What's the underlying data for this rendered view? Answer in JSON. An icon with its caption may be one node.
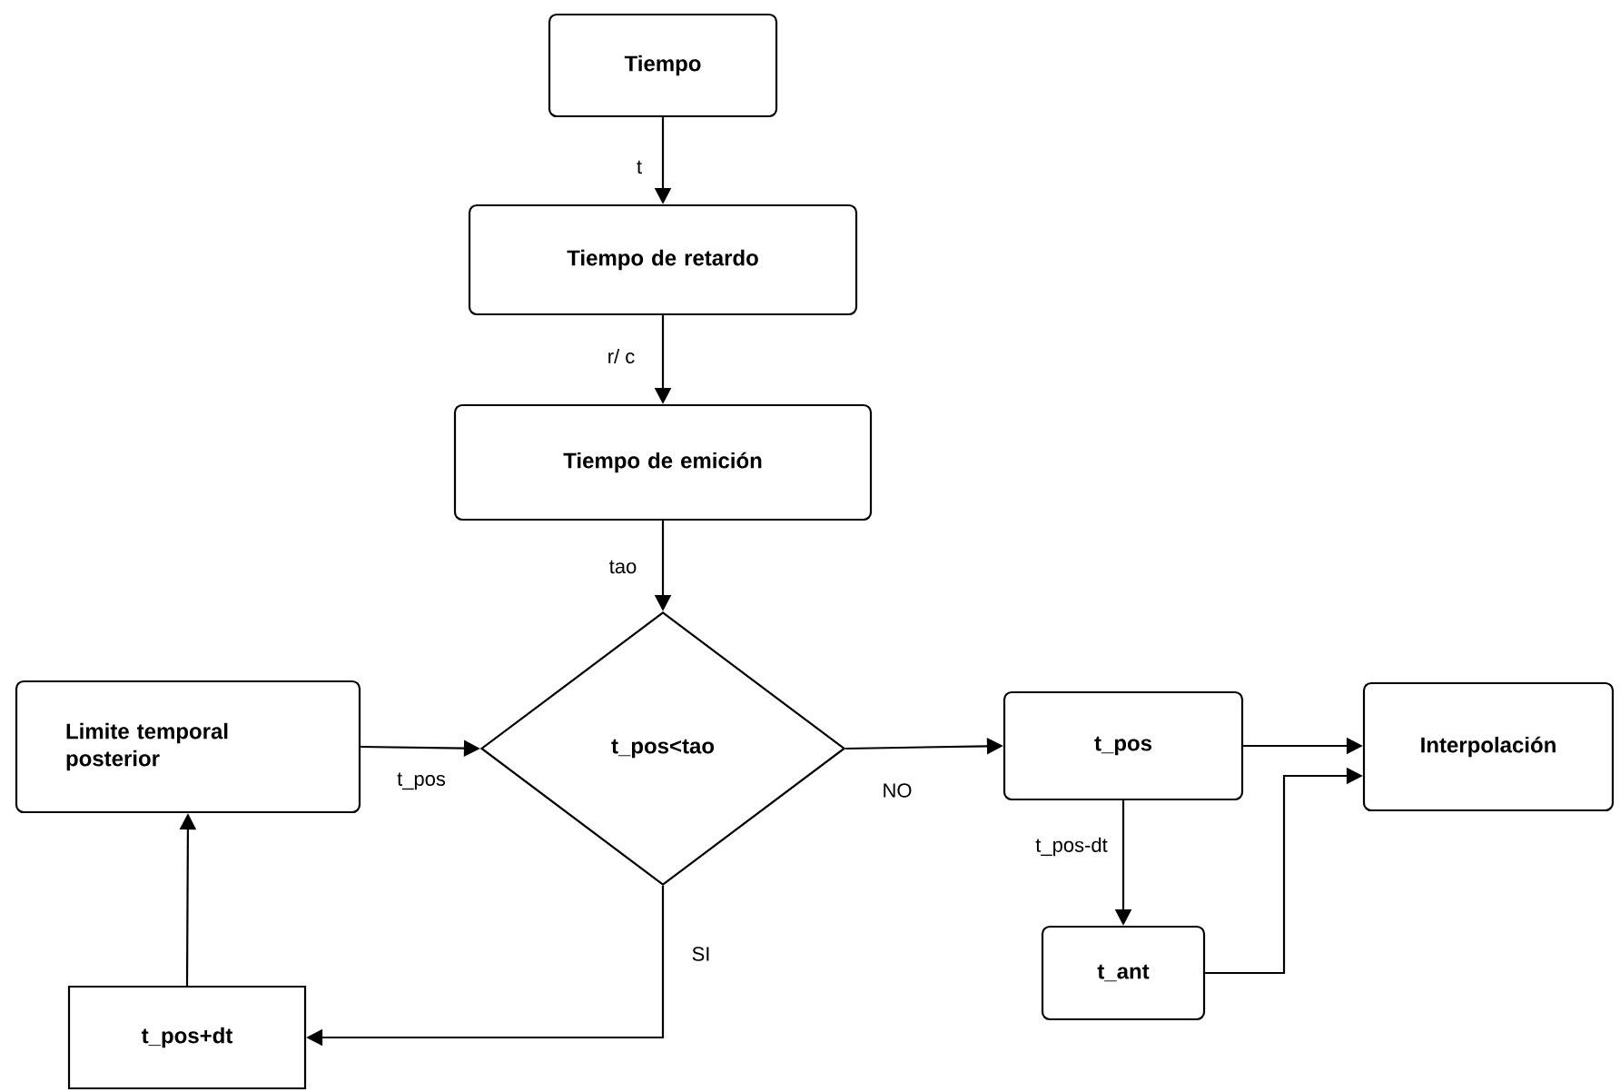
{
  "diagram": {
    "nodes": [
      {
        "text": [
          "Tiempo"
        ]
      },
      {
        "text": [
          "Tiempo de retardo"
        ]
      },
      {
        "text": [
          "Tiempo de emición"
        ]
      },
      {
        "text": [
          "t_pos<tao"
        ]
      },
      {
        "text": [
          "Limite temporal posterior"
        ]
      },
      {
        "text": [
          "t_pos"
        ]
      },
      {
        "text": [
          "Interpolación"
        ]
      },
      {
        "text": [
          "t_ant"
        ]
      },
      {
        "text": [
          "t_pos+dt"
        ]
      }
    ],
    "edges": [
      {
        "from": 0,
        "to": 1,
        "arrow": "to",
        "label": "t"
      },
      {
        "from": 1,
        "to": 2,
        "arrow": "to",
        "label": "r/ c"
      },
      {
        "from": 2,
        "to": 3,
        "arrow": "to",
        "label": "tao"
      },
      {
        "from": 4,
        "to": 3,
        "arrow": "to",
        "label": "t_pos"
      },
      {
        "from": 3,
        "to": 5,
        "arrow": "to",
        "label": "NO"
      },
      {
        "from": 3,
        "to": 8,
        "arrow": "to",
        "label": "SI"
      },
      {
        "from": 8,
        "to": 4,
        "arrow": "to"
      },
      {
        "from": 5,
        "to": 6,
        "arrow": "to"
      },
      {
        "from": 5,
        "to": 7,
        "arrow": "to",
        "label": "t_pos-dt"
      },
      {
        "from": 7,
        "to": 6,
        "arrow": "to"
      }
    ]
  }
}
